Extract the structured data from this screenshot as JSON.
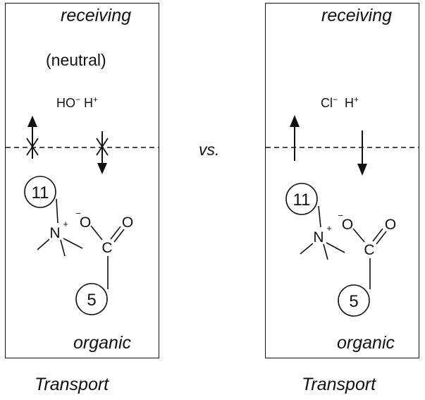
{
  "left_panel": {
    "top_phase": "receiving",
    "bottom_phase": "organic",
    "note": "(neutral)",
    "ions": {
      "anion": "HO",
      "anion_charge": "−",
      "cation": "H",
      "cation_charge": "+"
    },
    "caption": "Transport"
  },
  "right_panel": {
    "top_phase": "receiving",
    "bottom_phase": "organic",
    "ions": {
      "anion": "Cl",
      "anion_charge": "−",
      "cation": "H",
      "cation_charge": "+"
    },
    "caption": "Transport"
  },
  "comparison": "vs.",
  "molecule": {
    "ring_upper": "11",
    "ring_lower": "5",
    "nitrogen": "N",
    "nitrogen_charge": "+",
    "oxygen_anion": "O",
    "oxygen_charge": "−",
    "carbon": "C",
    "oxygen_carbonyl": "O"
  }
}
